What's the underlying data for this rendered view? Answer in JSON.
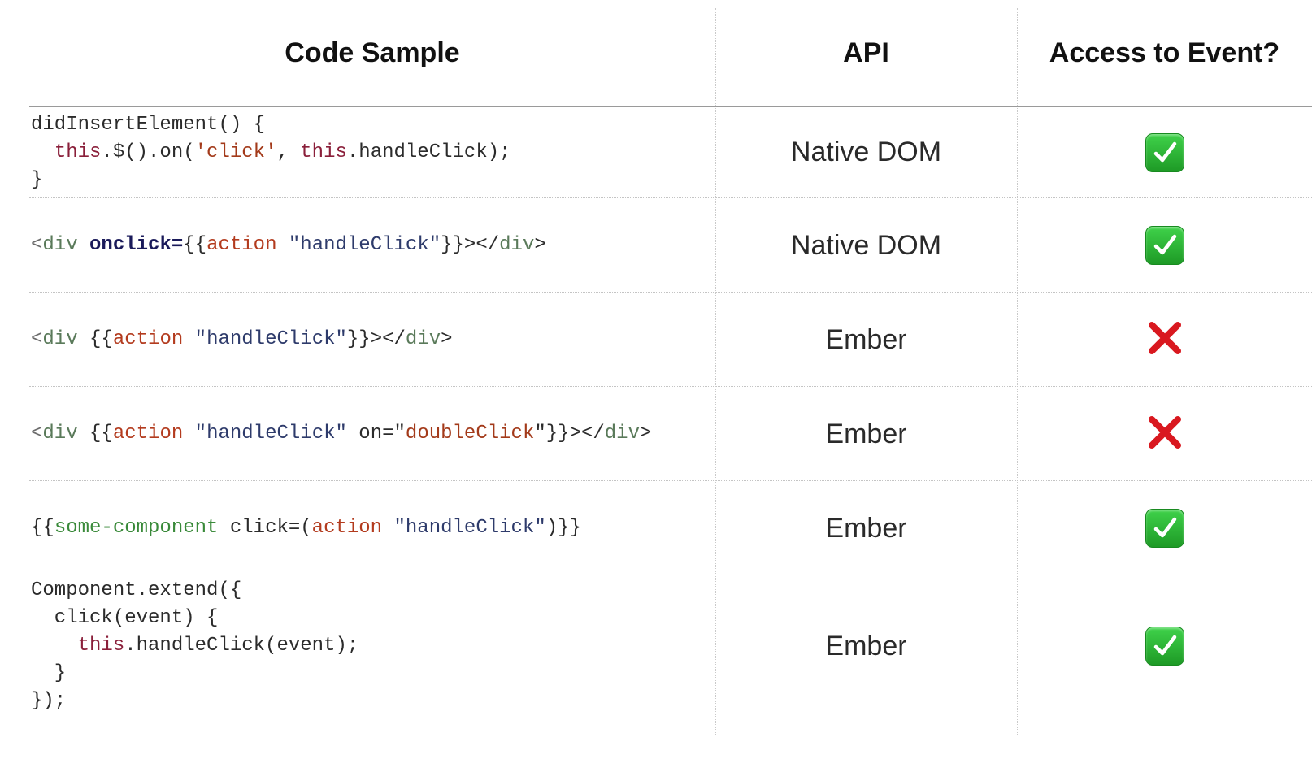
{
  "header": {
    "code_sample": "Code Sample",
    "api": "API",
    "access_to_event": "Access to Event?"
  },
  "rows": [
    {
      "code": {
        "l1": "didInsertElement() {",
        "l2_a": "  ",
        "l2_this": "this",
        "l2_b": ".$().on(",
        "l2_q1": "'",
        "l2_click": "click",
        "l2_q2": "'",
        "l2_c": ", ",
        "l2_this2": "this",
        "l2_d": ".handleClick);",
        "l3": "}"
      },
      "api": "Native DOM",
      "access": "check-icon"
    },
    {
      "code": {
        "a": "<",
        "div": "div",
        "sp": " ",
        "onclick": "onclick=",
        "open": "{{",
        "action": "action",
        "sp2": " ",
        "str": "\"handleClick\"",
        "close": "}}></",
        "div2": "div",
        "end": ">"
      },
      "api": "Native DOM",
      "access": "check-icon"
    },
    {
      "code": {
        "a": "<",
        "div": "div",
        "open": " {{",
        "action": "action",
        "sp": " ",
        "str": "\"handleClick\"",
        "close": "}}></",
        "div2": "div",
        "end": ">"
      },
      "api": "Ember",
      "access": "cross-icon"
    },
    {
      "code": {
        "a": "<",
        "div": "div",
        "open": " {{",
        "action": "action",
        "sp": " ",
        "str": "\"handleClick\"",
        "on": " on=\"",
        "dbl": "doubleClick",
        "close": "\"}}></",
        "div2": "div",
        "end": ">"
      },
      "api": "Ember",
      "access": "cross-icon"
    },
    {
      "code": {
        "open": "{{",
        "comp": "some-component",
        "click": " click=(",
        "action": "action",
        "sp": " ",
        "str": "\"handleClick\"",
        "close": ")}}"
      },
      "api": "Ember",
      "access": "check-icon"
    },
    {
      "code": {
        "l1": "Component.extend({",
        "l2": "  click(event) {",
        "l3_a": "    ",
        "l3_this": "this",
        "l3_b": ".handleClick(event);",
        "l4": "  }",
        "l5": "});"
      },
      "api": "Ember",
      "access": "check-icon"
    }
  ],
  "colors": {
    "check": "#2bb534",
    "cross": "#d9181f"
  }
}
